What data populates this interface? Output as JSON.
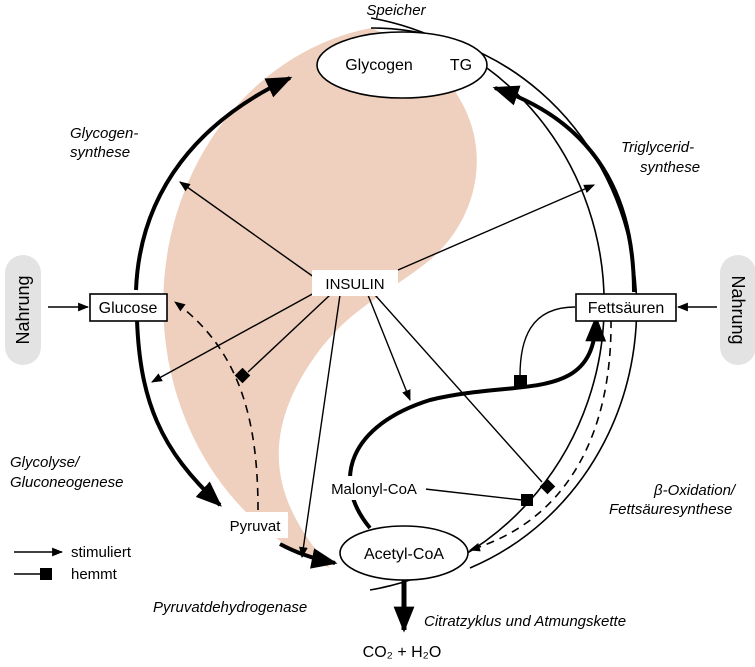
{
  "labels": {
    "speicher": "Speicher",
    "glycogen": "Glycogen",
    "tg": "TG",
    "glycogen_synthese_1": "Glycogen-",
    "glycogen_synthese_2": "synthese",
    "triglycerid_synthese_1": "Triglycerid-",
    "triglycerid_synthese_2": "synthese",
    "nahrung_left": "Nahrung",
    "nahrung_right": "Nahrung",
    "glucose": "Glucose",
    "insulin": "INSULIN",
    "fettsaeuren": "Fettsäuren",
    "glycolyse_1": "Glycolyse/",
    "glycolyse_2": "Gluconeogenese",
    "malonyl_coa": "Malonyl-CoA",
    "beta_oxidation_1": "β-Oxidation/",
    "beta_oxidation_2": "Fettsäuresynthese",
    "pyruvat": "Pyruvat",
    "acetyl_coa": "Acetyl-CoA",
    "pyruvatdehydrogenase": "Pyruvatdehydrogenase",
    "citratzyklus": "Citratzyklus und Atmungskette",
    "co2_h2o": "CO₂ + H₂O"
  },
  "legend": {
    "stimuliert": "stimuliert",
    "hemmt": "hemmt"
  },
  "colors": {
    "shade": "#EFCFBD",
    "nahrung_box": "#E3E3E3",
    "line": "#000000"
  }
}
